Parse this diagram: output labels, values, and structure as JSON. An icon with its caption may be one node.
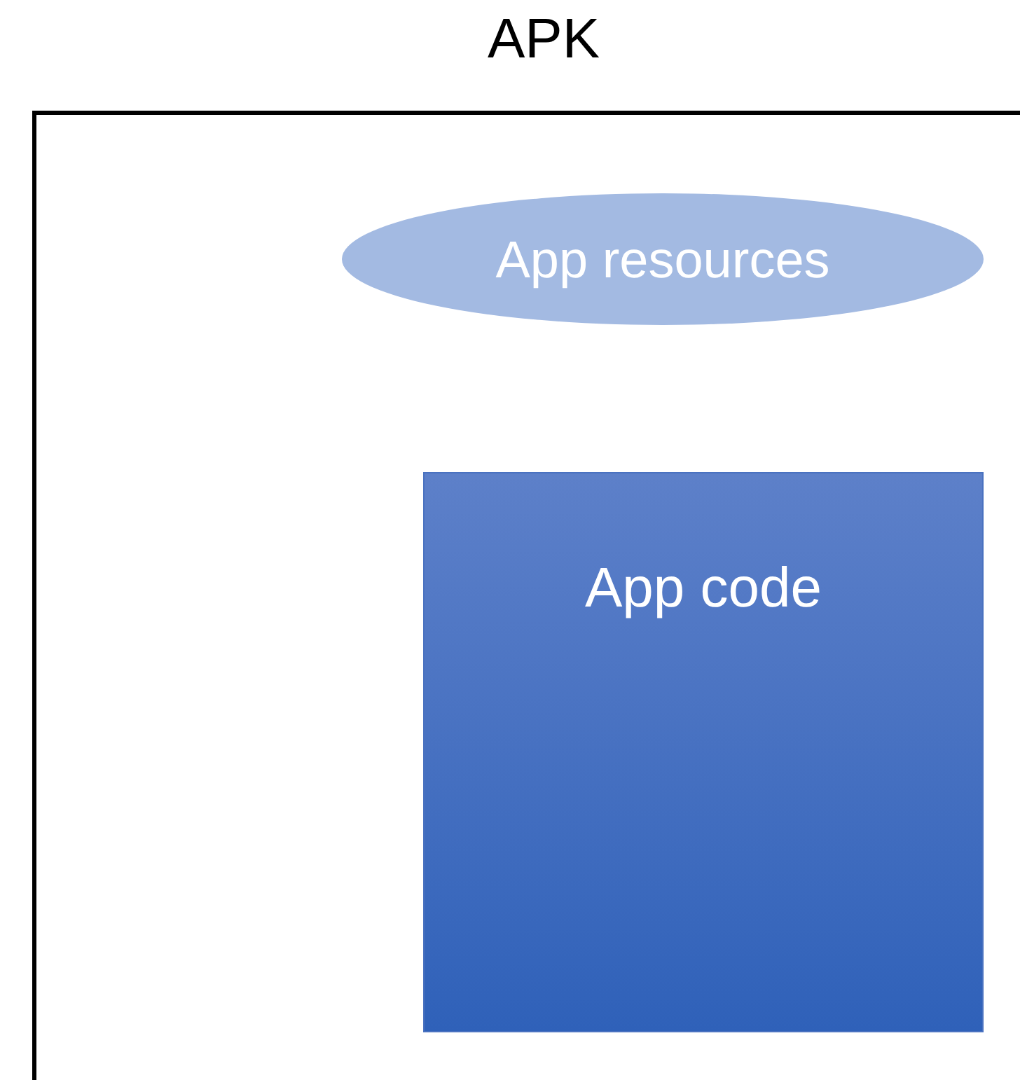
{
  "diagram": {
    "nodes": [
      {
        "text": [
          "APK"
        ]
      },
      {
        "text": [
          "App resources"
        ],
        "in": 0
      },
      {
        "text": [
          "App code"
        ],
        "in": 0
      }
    ]
  }
}
